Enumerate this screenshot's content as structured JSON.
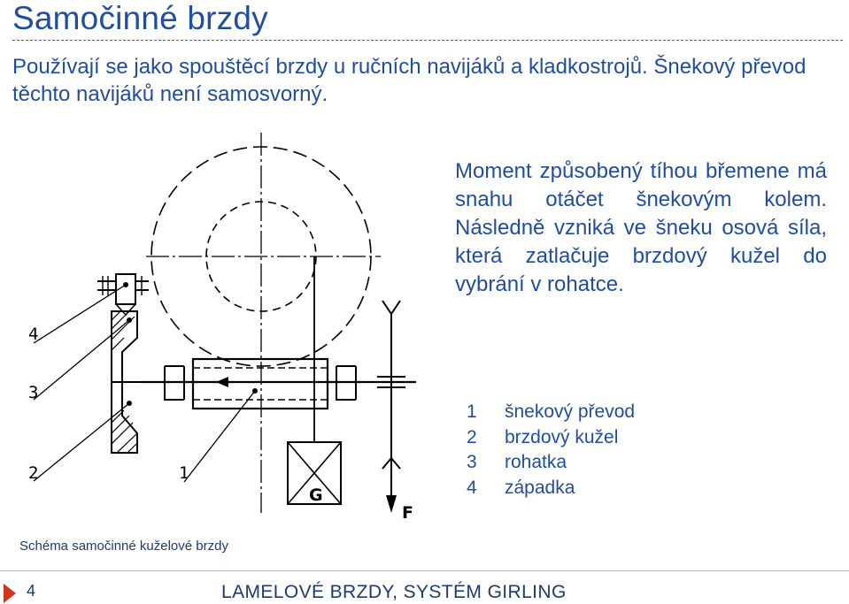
{
  "title": "Samočinné brzdy",
  "intro": "Používají se jako spouštěcí brzdy u ručních navijáků a kladkostrojů. Šnekový převod těchto navijáků není samosvorný.",
  "description": "Moment způsobený tíhou břemene má snahu otáčet šnekovým kolem. Následně vzniká ve šneku osová síla, která zatlačuje brzdový kužel do vybrání v rohatce.",
  "legend": [
    {
      "num": "1",
      "text": "šnekový převod"
    },
    {
      "num": "2",
      "text": "brzdový kužel"
    },
    {
      "num": "3",
      "text": "rohatka"
    },
    {
      "num": "4",
      "text": "západka"
    }
  ],
  "drawing_labels": {
    "label_4": "4",
    "label_3": "3",
    "label_2": "2",
    "label_1": "1",
    "weight": "G",
    "force": "F"
  },
  "caption": "Schéma samočinné kuželové brzdy",
  "footer": {
    "page_number": "4",
    "title": "LAMELOVÉ  BRZDY, SYSTÉM GIRLING"
  },
  "colors": {
    "text_blue": "#1f4e9c",
    "accent_red": "#d2341e",
    "drawing": "#000000"
  }
}
